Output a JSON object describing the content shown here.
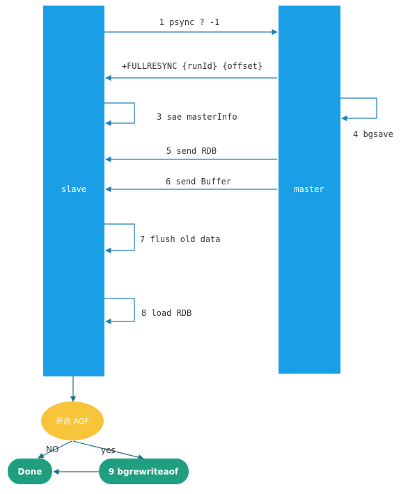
{
  "lifelines": {
    "slave": {
      "label": "slave"
    },
    "master": {
      "label": "master"
    }
  },
  "messages": {
    "psync": "1 psync ? -1",
    "fullresync": "+FULLRESYNC {runId} {offset}",
    "save_master_info": "3 sae masterInfo",
    "bgsave": "4 bgsave",
    "send_rdb": "5 send RDB",
    "send_buffer": "6 send Buffer",
    "flush_old_data": "7 flush old data",
    "load_rdb": "8 load RDB"
  },
  "flow": {
    "decision": "开启 AOF",
    "no_label": "NO",
    "yes_label": "yes",
    "done": "Done",
    "bgrewriteaof": "9 bgrewriteaof"
  },
  "colors": {
    "lifeline": "#1a9fe6",
    "arrow": "#1f7fb8",
    "decision": "#f8c43a",
    "terminal": "#1f9e80",
    "text": "#333333"
  }
}
